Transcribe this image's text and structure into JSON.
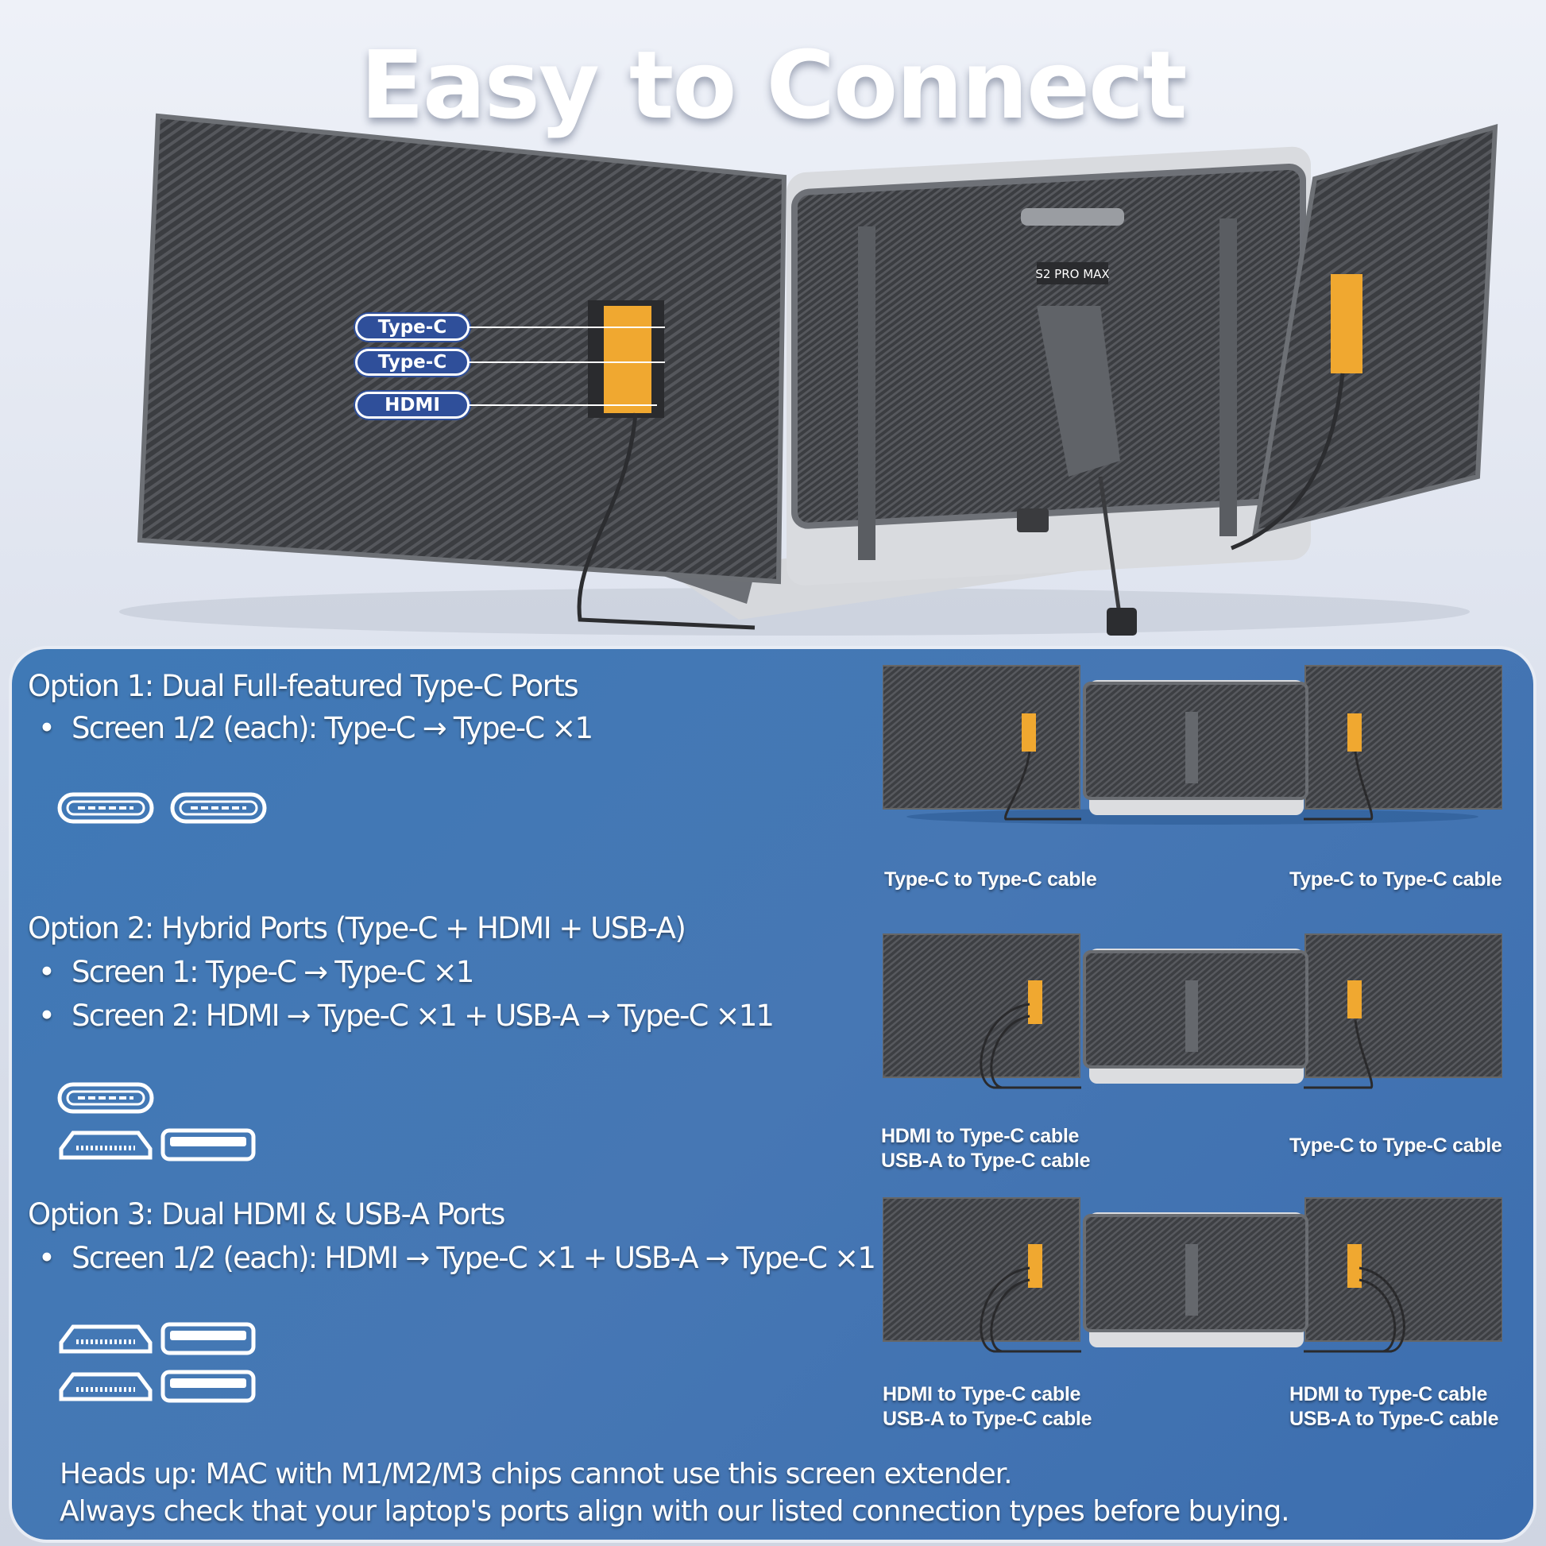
{
  "title": "Easy to Connect",
  "product": {
    "model_label": "S2 PRO MAX",
    "port_labels": [
      "Type-C",
      "Type-C",
      "HDMI"
    ]
  },
  "options": [
    {
      "heading": "Option 1: Dual Full-featured Type-C Ports",
      "bullets": [
        "Screen 1/2 (each): Type-C → Type-C ×1"
      ],
      "port_icons": [
        [
          "type-c",
          "type-c"
        ]
      ],
      "captions_left": [
        "Type-C to Type-C cable"
      ],
      "captions_right": [
        "Type-C to Type-C cable"
      ]
    },
    {
      "heading": "Option 2: Hybrid Ports (Type-C + HDMI + USB-A)",
      "bullets": [
        "Screen 1: Type-C → Type-C ×1",
        "Screen 2: HDMI → Type-C ×1 + USB-A → Type-C ×11"
      ],
      "port_icons": [
        [
          "type-c"
        ],
        [
          "hdmi",
          "usb-a"
        ]
      ],
      "captions_left": [
        "HDMI to Type-C cable",
        "USB-A to Type-C cable"
      ],
      "captions_right": [
        "Type-C to Type-C cable"
      ]
    },
    {
      "heading": "Option 3: Dual HDMI & USB-A Ports",
      "bullets": [
        "Screen 1/2 (each): HDMI → Type-C ×1 + USB-A → Type-C ×1"
      ],
      "port_icons": [
        [
          "hdmi",
          "usb-a"
        ],
        [
          "hdmi",
          "usb-a"
        ]
      ],
      "captions_left": [
        "HDMI to Type-C cable",
        "USB-A to Type-C cable"
      ],
      "captions_right": [
        "HDMI to Type-C cable",
        "USB-A to Type-C cable"
      ]
    }
  ],
  "notes": [
    "Heads up: MAC with M1/M2/M3 chips cannot use this screen extender.",
    "Always check that your laptop's ports align with our listed connection types before buying."
  ],
  "colors": {
    "panel": "#4677b4",
    "pill": "#2f4f9a",
    "accent": "#f0a830"
  }
}
